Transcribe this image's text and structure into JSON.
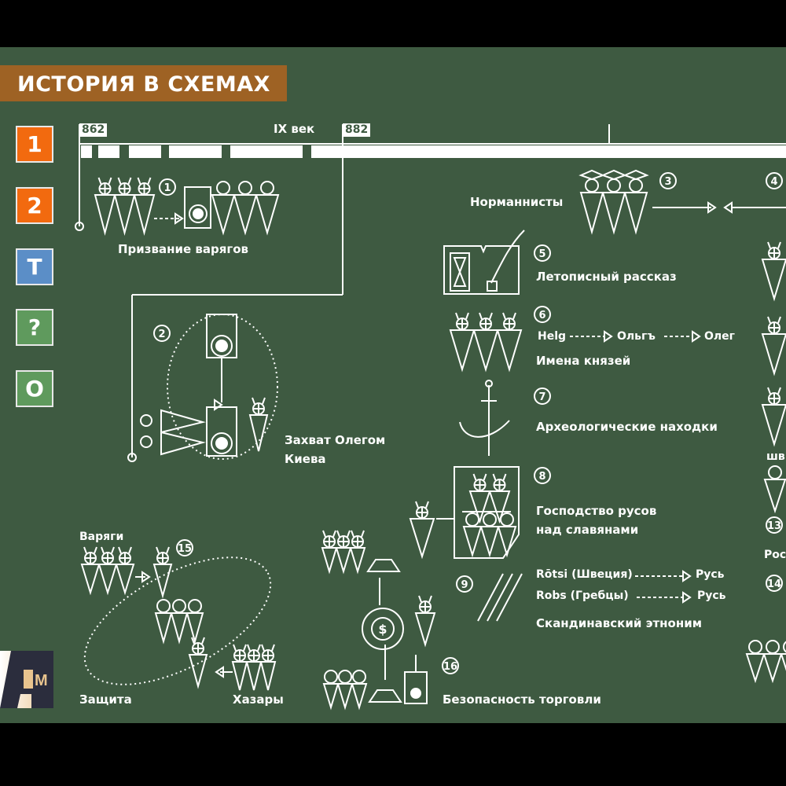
{
  "header": {
    "title": "ИСТОРИЯ В СХЕМАХ"
  },
  "nav": [
    {
      "label": "1",
      "color": "#f26a0f"
    },
    {
      "label": "2",
      "color": "#f26a0f"
    },
    {
      "label": "T",
      "color": "#5b8ec7"
    },
    {
      "label": "?",
      "color": "#5f9a5d"
    },
    {
      "label": "O",
      "color": "#5f9a5d"
    }
  ],
  "timeline": {
    "year_start": "862",
    "century": "IX век",
    "year_end": "882"
  },
  "items": {
    "n1": "1",
    "n2": "2",
    "n3": "3",
    "n4": "4",
    "n5": "5",
    "n6": "6",
    "n7": "7",
    "n8": "8",
    "n9": "9",
    "n13": "13",
    "n14": "14",
    "n15": "15",
    "n16": "16",
    "calling": "Призвание варягов",
    "capture_1": "Захват Олегом",
    "capture_2": "Киева",
    "normanists": "Норманнисты",
    "chronicle": "Летописный рассказ",
    "names_chain": [
      "Helg",
      "Ольгъ",
      "Олег"
    ],
    "names": "Имена князей",
    "archaeology": "Археологические находки",
    "domination_1": "Господство русов",
    "domination_2": "над славянами",
    "rotsi": "Rōtsi (Швеция)",
    "robs": "Robs (Гребцы)",
    "rus": "Русь",
    "ethnonym": "Скандинавский этноним",
    "varyagi": "Варяги",
    "defense": "Защита",
    "khazars": "Хазары",
    "trade": "Безопасность торговли",
    "partial_shv": "шв",
    "partial_ros": "Рос"
  },
  "colors": {
    "board": "#3e5a41",
    "title_band": "#9e6224",
    "line": "#ffffff"
  }
}
